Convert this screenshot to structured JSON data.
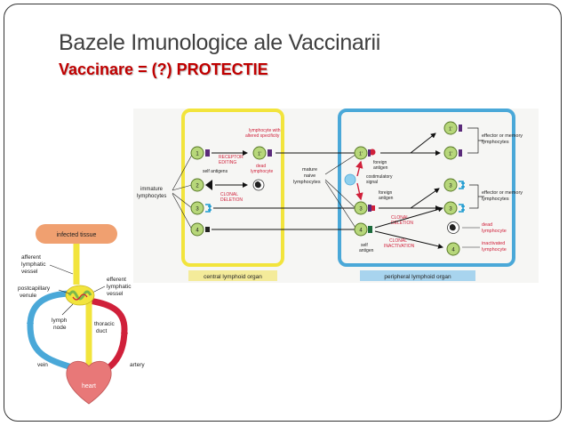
{
  "slide": {
    "title": "Bazele Imunologice ale Vaccinarii",
    "subtitle": "Vaccinare = (?) PROTECTIE"
  },
  "lymphocyte_diagram": {
    "central_organ_label": "central lymphoid organ",
    "peripheral_organ_label": "peripheral lymphoid organ",
    "immature_label_1": "immature",
    "immature_label_2": "lymphocytes",
    "altered_label_1": "lymphocyte with",
    "altered_label_2": "altered specificity",
    "receptor_editing_1": "RECEPTOR",
    "receptor_editing_2": "EDITING",
    "self_antigens": "self antigens",
    "dead_lymph_1": "dead",
    "dead_lymph_2": "lymphocyte",
    "clonal_deletion_1": "CLONAL",
    "clonal_deletion_2": "DELETION",
    "mature_naive_1": "mature",
    "mature_naive_2": "naive",
    "mature_naive_3": "lymphocytes",
    "foreign_antigen_1a": "foreign",
    "foreign_antigen_1b": "antigen",
    "costim_1": "costimulatory",
    "costim_2": "signal",
    "foreign_antigen_2a": "foreign",
    "foreign_antigen_2b": "antigen",
    "self_antigen_a": "self",
    "self_antigen_b": "antigen",
    "clonal_deletion_p1": "CLONAL",
    "clonal_deletion_p2": "DELETION",
    "clonal_inact_1": "CLONAL",
    "clonal_inact_2": "INACTIVATION",
    "effector_1a": "effector or memory",
    "effector_1b": "lymphocytes",
    "effector_2a": "effector or memory",
    "effector_2b": "lymphocytes",
    "dead_p_1": "dead",
    "dead_p_2": "lymphocyte",
    "inact_1": "inactivated",
    "inact_2": "lymphocyte",
    "cell_labels": [
      "1",
      "2",
      "3",
      "4",
      "1'",
      "1'",
      "3",
      "3",
      "4"
    ],
    "colors": {
      "central_border": "#f2e43c",
      "peripheral_border": "#4aa8d8",
      "cell_fill": "#b7d77a",
      "cell_stroke": "#5a7a2a",
      "red_text": "#d0203a",
      "receptor_purple": "#5a2a7a",
      "receptor_cyan": "#1a9ad0"
    }
  },
  "circulation_diagram": {
    "infected_tissue": "infected tissue",
    "afferent_1": "afferent",
    "afferent_2": "lymphatic",
    "afferent_3": "vessel",
    "efferent_1": "efferent",
    "efferent_2": "lymphatic",
    "efferent_3": "vessel",
    "postcapillary_1": "postcapillary",
    "postcapillary_2": "venule",
    "lymph_node_1": "lymph",
    "lymph_node_2": "node",
    "thoracic_1": "thoracic",
    "thoracic_2": "duct",
    "vein": "vein",
    "artery": "artery",
    "heart": "heart",
    "colors": {
      "tissue": "#f0a070",
      "lymph": "#f2e43c",
      "vein": "#4aa8d8",
      "artery": "#d0203a",
      "heart": "#e87878",
      "node": "#7ab84a"
    }
  }
}
